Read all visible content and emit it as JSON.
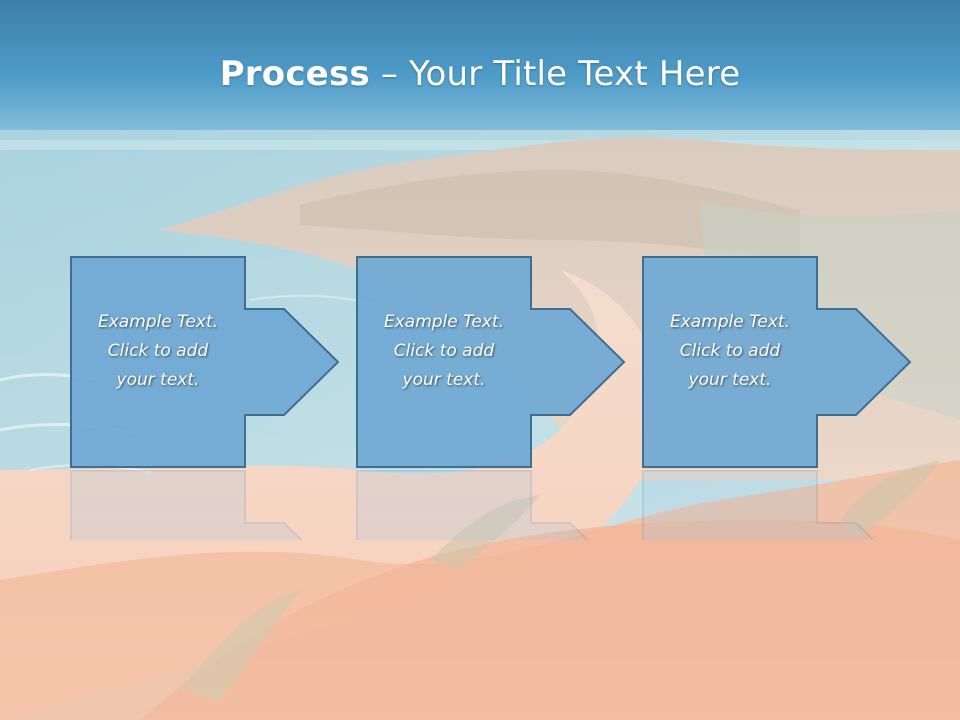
{
  "slide": {
    "title_bold": "Process",
    "title_rest": " – Your Title Text Here"
  },
  "steps": [
    {
      "text": "Example Text.\nClick  to add\nyour text."
    },
    {
      "text": "Example Text.\nClick  to add\nyour text."
    },
    {
      "text": "Example Text.\nClick  to add\nyour text."
    }
  ],
  "colors": {
    "header_blue": "#4a97c6",
    "shape_fill": "#6fa8d4",
    "shape_stroke": "#3f6e93",
    "sand": "#f3c4a8"
  }
}
